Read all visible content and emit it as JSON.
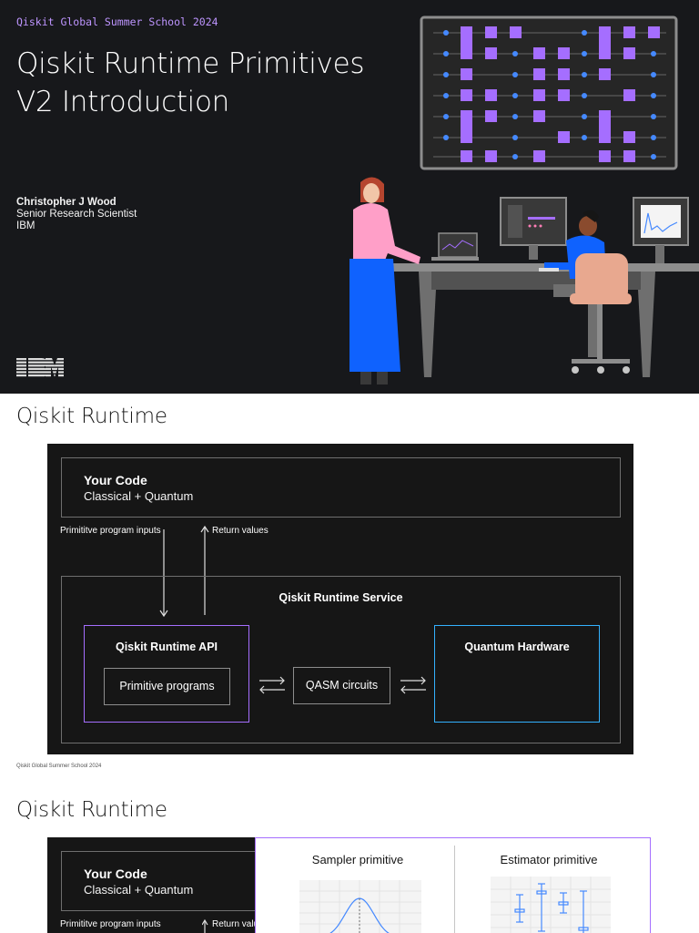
{
  "slide1": {
    "event": "Qiskit Global Summer School 2024",
    "title_line1": "Qiskit Runtime Primitives",
    "title_line2": "V2 Introduction",
    "author_name": "Christopher J Wood",
    "author_role": "Senior Research Scientist",
    "author_org": "IBM",
    "logo_text": "IBM"
  },
  "slide2": {
    "heading": "Qiskit Runtime",
    "code_title": "Your Code",
    "code_subtitle": "Classical + Quantum",
    "inputs_label": "Primititve program inputs",
    "returns_label": "Return values",
    "service_title": "Qiskit Runtime Service",
    "api_title": "Qiskit Runtime API",
    "programs_label": "Primitive programs",
    "qasm_label": "QASM circuits",
    "hardware_title": "Quantum Hardware",
    "footer": "Qiskit Global Summer School 2024"
  },
  "slide3": {
    "heading": "Qiskit Runtime",
    "code_title": "Your Code",
    "code_subtitle": "Classical + Quantum",
    "inputs_label": "Primititve program inputs",
    "returns_label": "Return valu",
    "sampler_title": "Sampler primitive",
    "estimator_title": "Estimator primitive"
  },
  "colors": {
    "background_dark": "#17181b",
    "accent_purple": "#a56eff",
    "accent_blue": "#33b1ff",
    "event_text": "#be95ff"
  }
}
